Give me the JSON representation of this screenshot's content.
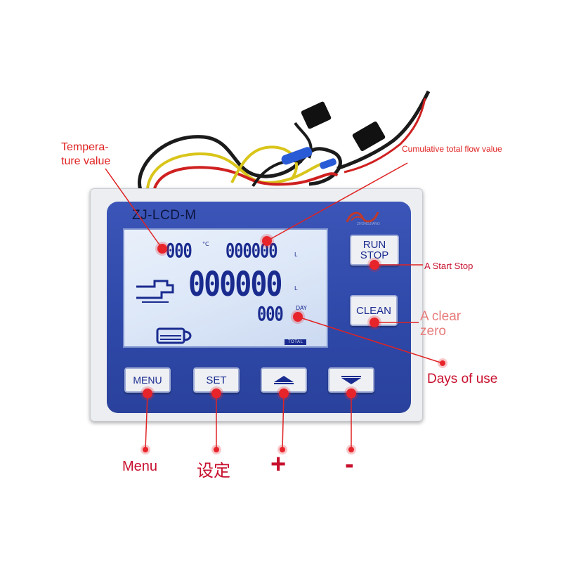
{
  "device": {
    "model": "ZJ-LCD-M",
    "brand_small_text": "ZHONGJIANG"
  },
  "lcd": {
    "temperature": "000",
    "temperature_unit": "°C",
    "cumulative": "000000",
    "cumulative_unit": "L",
    "flow": "000000",
    "flow_unit": "L",
    "days": "000",
    "days_unit": "DAY",
    "total_badge": "TOTAL"
  },
  "buttons": {
    "run_stop": "RUN STOP",
    "clean": "CLEAN",
    "menu": "MENU",
    "set": "SET"
  },
  "annotations": {
    "temperature": "Tempera-\nture value",
    "cumulative": "Cumulative total flow value",
    "start_stop": "A Start Stop",
    "clear_zero": "A clear\nzero",
    "days_of_use": "Days of use",
    "menu": "Menu",
    "set": "设定",
    "plus": "+",
    "minus": "-"
  },
  "colors": {
    "panel_blue": "#2e48a8",
    "lcd_digits": "#1a2b8f",
    "annotation_red": "#e02222",
    "device_case": "#eceef1"
  }
}
